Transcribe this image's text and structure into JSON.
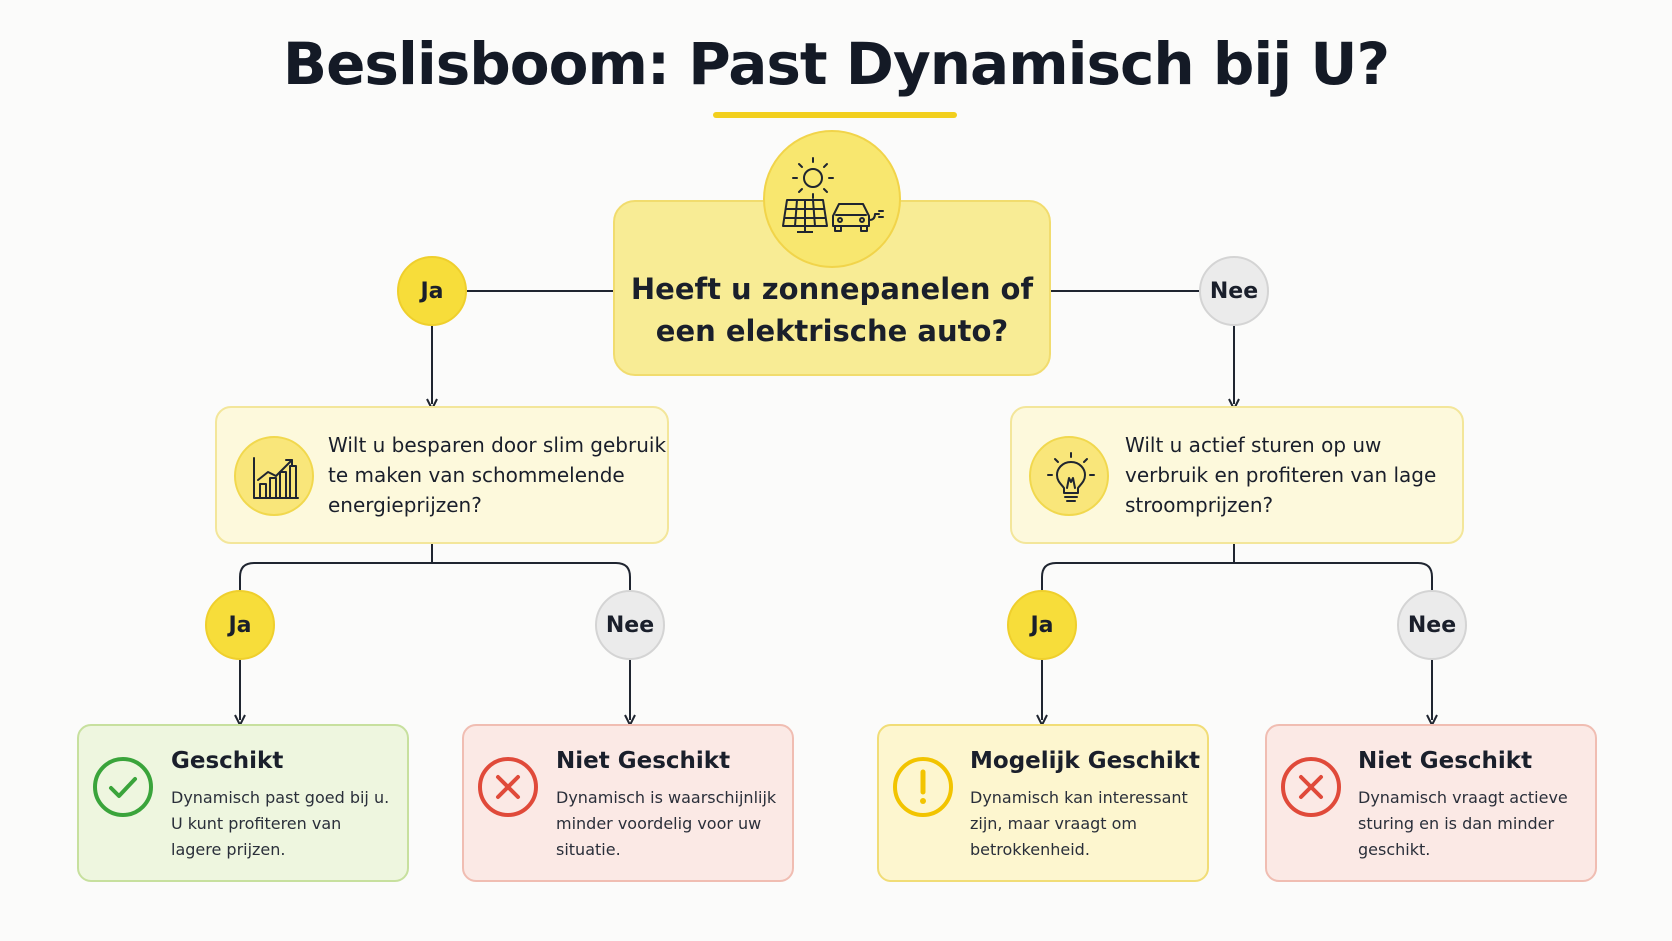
{
  "title": {
    "text": "Beslisboom: Past Dynamisch bij U?"
  },
  "colors": {
    "accent_yellow": "#f7dd3a",
    "root_fill": "#f8ec95",
    "question_fill": "#fdf9dc",
    "suitable_green": "#3aa43b",
    "not_suitable_red": "#e04a3a",
    "maybe_amber": "#f2c400",
    "connector": "#1f2530"
  },
  "root": {
    "question": "Heeft u zonnepanelen of een elektrische auto?",
    "icons": [
      "sun-icon",
      "solar-panel-icon",
      "electric-car-icon"
    ],
    "yes_label": "Ja",
    "no_label": "Nee"
  },
  "left": {
    "question": "Wilt u besparen door slim gebruik te maken van schommelende energieprijzen?",
    "icon": "rising-chart-icon",
    "yes_label": "Ja",
    "no_label": "Nee",
    "yes_result": {
      "status": "suitable",
      "icon": "check-circle-icon",
      "title": "Geschikt",
      "body": "Dynamisch past goed bij u. U kunt profiteren van lagere prijzen."
    },
    "no_result": {
      "status": "not-suitable",
      "icon": "x-circle-icon",
      "title": "Niet Geschikt",
      "body": "Dynamisch is waarschijnlijk minder voordelig voor uw situatie."
    }
  },
  "right": {
    "question": "Wilt u actief sturen op uw verbruik en profiteren van lage stroomprijzen?",
    "icon": "lightbulb-icon",
    "yes_label": "Ja",
    "no_label": "Nee",
    "yes_result": {
      "status": "maybe",
      "icon": "exclamation-circle-icon",
      "title": "Mogelijk Geschikt",
      "body": "Dynamisch kan interessant zijn, maar vraagt om betrokkenheid."
    },
    "no_result": {
      "status": "not-suitable",
      "icon": "x-circle-icon",
      "title": "Niet Geschikt",
      "body": "Dynamisch vraagt actieve sturing en is dan minder geschikt."
    }
  }
}
